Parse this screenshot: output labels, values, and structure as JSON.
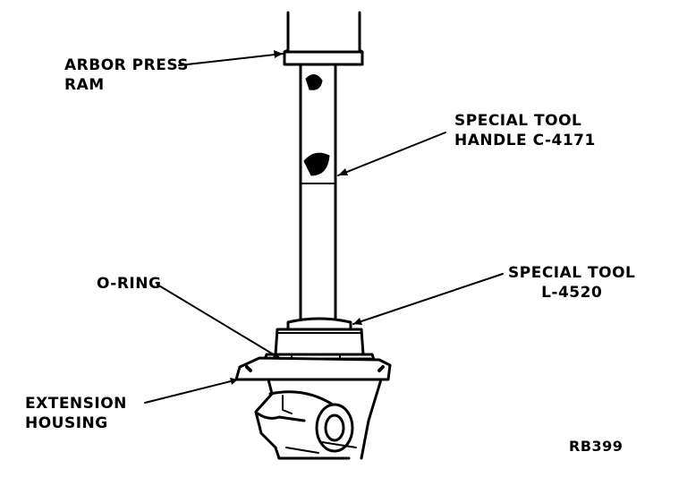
{
  "labels": {
    "arbor_press_ram": [
      "ARBOR PRESS",
      "RAM"
    ],
    "special_tool_handle": [
      "SPECIAL TOOL",
      "HANDLE C-4171"
    ],
    "o_ring": [
      "O-RING"
    ],
    "special_tool_l4520": [
      "SPECIAL TOOL",
      "L-4520"
    ],
    "extension_housing": [
      "EXTENSION",
      "HOUSING"
    ]
  },
  "figure_code": "RB399"
}
